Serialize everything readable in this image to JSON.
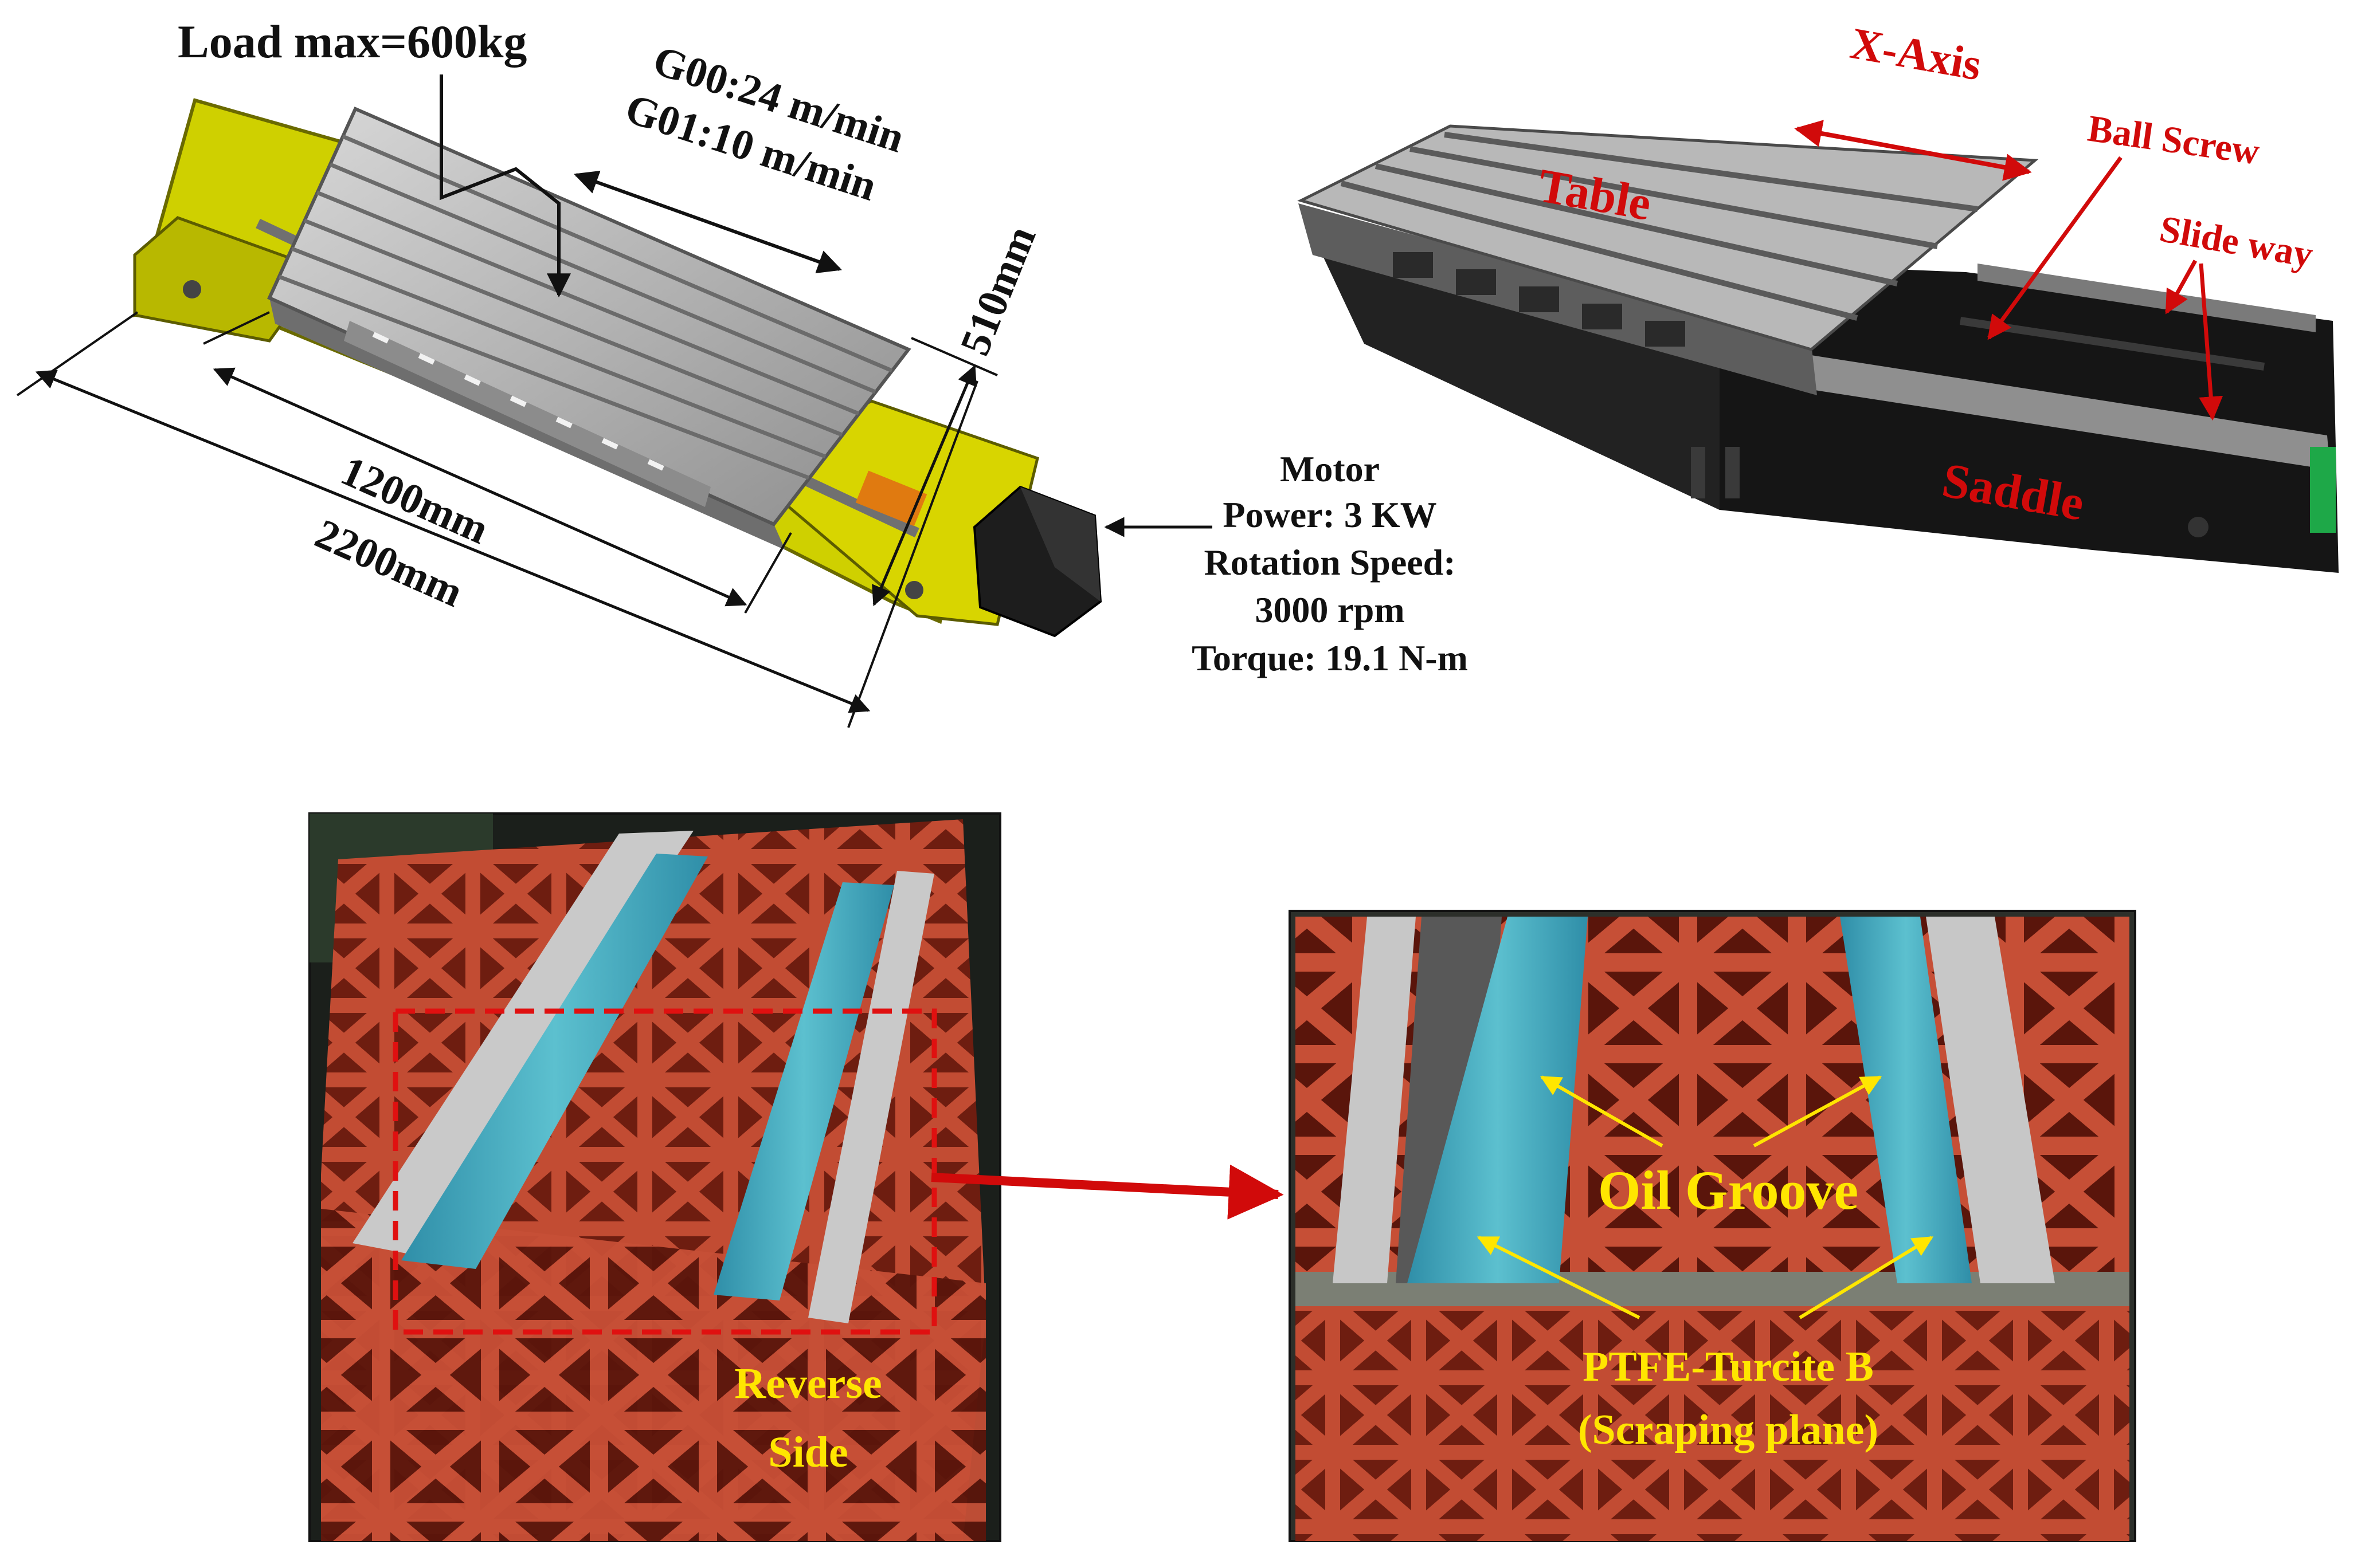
{
  "cad": {
    "load": "Load max=600kg",
    "speed_rapid": "G00:24 m/min",
    "speed_feed": "G01:10 m/min",
    "width": "510mm",
    "length_table": "1200mm",
    "length_total": "2200mm",
    "motor": {
      "title": "Motor",
      "power": "Power: 3 KW",
      "speed_label": "Rotation Speed:",
      "speed_value": "3000 rpm",
      "torque": "Torque: 19.1 N-m"
    }
  },
  "assembly_photo": {
    "axis": "X-Axis",
    "table": "Table",
    "ball_screw": "Ball Screw",
    "slide_way": "Slide way",
    "saddle": "Saddle"
  },
  "reverse_photo": {
    "label_line1": "Reverse",
    "label_line2": "Side"
  },
  "detail_photo": {
    "oil_groove": "Oil Groove",
    "ptfe_line1": "PTFE-Turcite B",
    "ptfe_line2": "(Scraping plane)"
  },
  "colors": {
    "annotation_red": "#d10a0a",
    "annotation_yellow": "#ffe600",
    "cad_yellow": "#d4d000",
    "casting_red": "#b8442e",
    "ptfe_blue": "#3aa6b8"
  }
}
